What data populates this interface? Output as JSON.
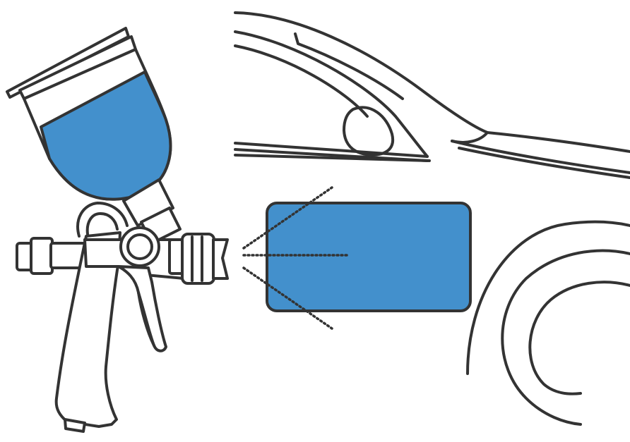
{
  "illustration": {
    "subject": [
      "spray-gun",
      "car-side-outline",
      "paint-patch"
    ],
    "colors": {
      "outline": "#333333",
      "paint": "#4390cc",
      "background": "#ffffff"
    }
  }
}
